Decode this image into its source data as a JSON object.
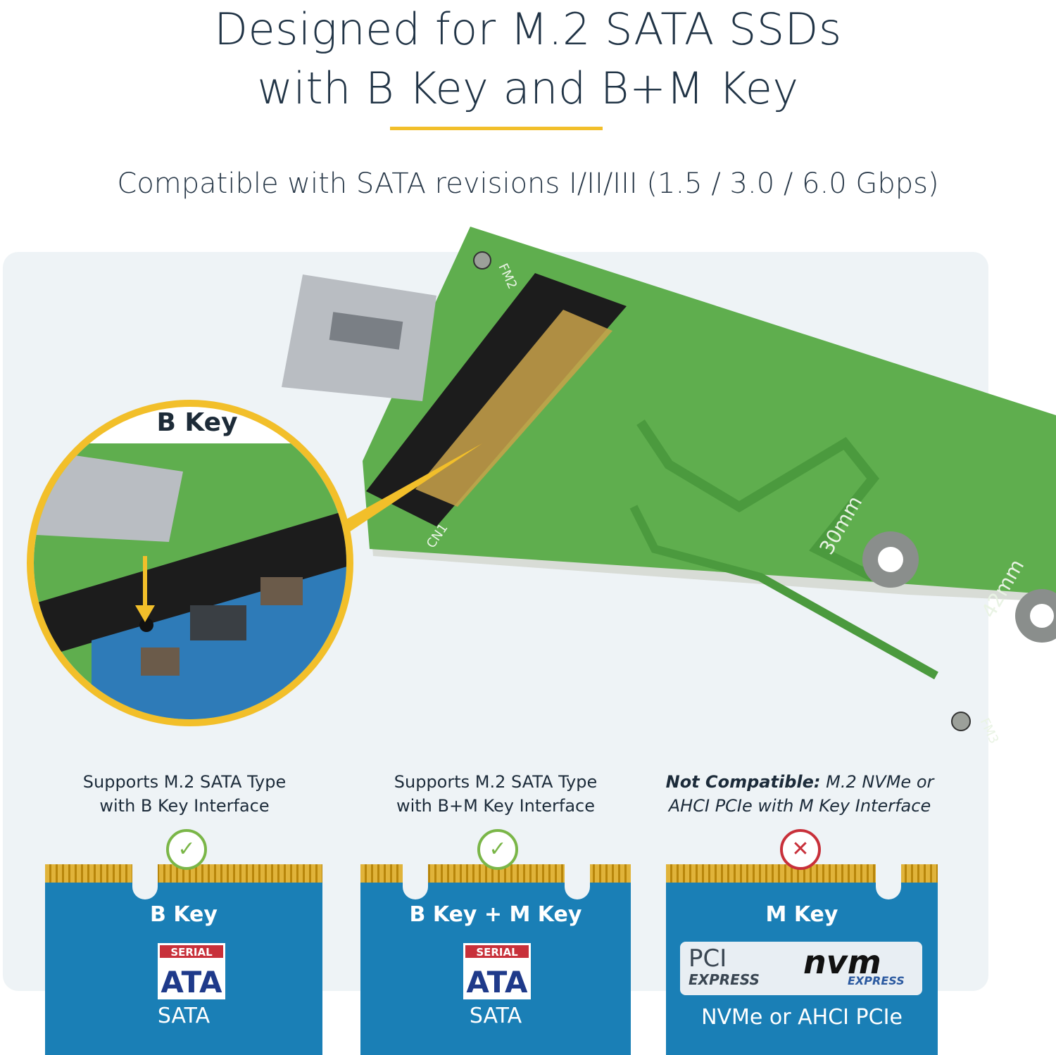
{
  "headline": {
    "line1": "Designed for M.2 SATA SSDs",
    "line2": "with B Key and B+M Key"
  },
  "subtitle": "Compatible with SATA revisions I/II/III (1.5 / 3.0 / 6.0 Gbps)",
  "board": {
    "zoom_label": "B Key",
    "silkscreen": {
      "fm2": "FM2",
      "fm3": "FM3",
      "cn1": "CN1",
      "mm30": "30mm",
      "mm42": "42mm"
    }
  },
  "colors": {
    "accent_rule": "#f2bf2a",
    "board_green": "#5fae4e",
    "card_blue": "#1a7fb6",
    "check_green": "#7ab648",
    "cross_red": "#c8303a"
  },
  "compat": [
    {
      "caption_lines": [
        "Supports M.2 SATA Type",
        "with B Key Interface"
      ],
      "status_icon": "check-icon",
      "status_glyph": "✓",
      "title": "B Key",
      "logo_top": "SERIAL",
      "logo_main": "ATA",
      "label": "SATA"
    },
    {
      "caption_lines": [
        "Supports M.2 SATA Type",
        "with B+M Key Interface"
      ],
      "status_icon": "check-icon",
      "status_glyph": "✓",
      "title": "B Key + M Key",
      "logo_top": "SERIAL",
      "logo_main": "ATA",
      "label": "SATA"
    },
    {
      "caption_strong": "Not Compatible:",
      "caption_rest": " M.2 NVMe or",
      "caption_line2": "AHCI PCIe with M Key Interface",
      "status_icon": "cross-icon",
      "status_glyph": "✕",
      "title": "M Key",
      "logo_pci": "PCI",
      "logo_express": "EXPRESS",
      "logo_nvm": "nvm",
      "logo_nvm_express": "EXPRESS",
      "label": "NVMe or AHCI PCIe"
    }
  ]
}
